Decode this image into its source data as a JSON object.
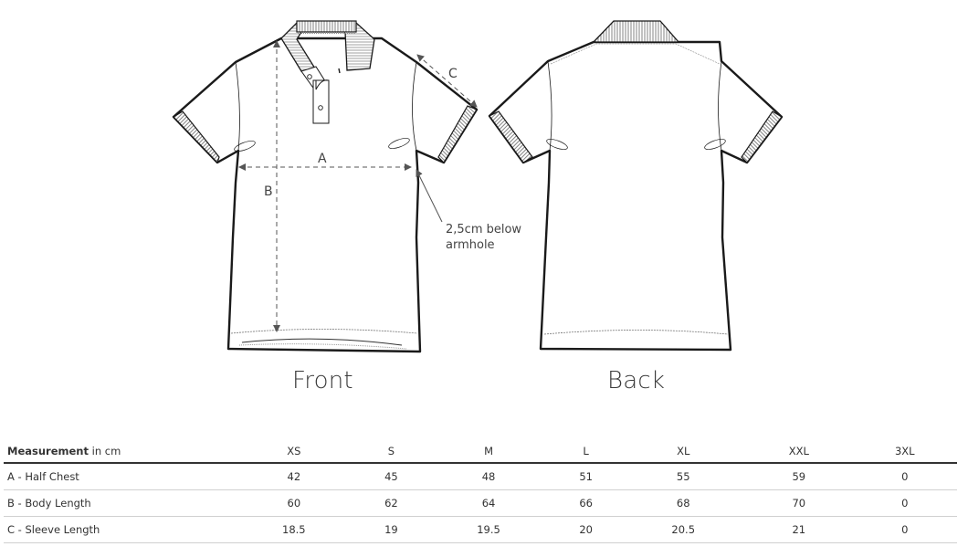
{
  "diagram": {
    "front_label": "Front",
    "back_label": "Back",
    "dimension_letters": {
      "a": "A",
      "b": "B",
      "c": "C"
    },
    "note_line1": "2,5cm below",
    "note_line2": "armhole",
    "colors": {
      "outline": "#1a1a1a",
      "dimension": "#555555",
      "rib": "#888888"
    }
  },
  "table": {
    "header": {
      "measurement_bold": "Measurement",
      "measurement_unit": " in cm"
    },
    "sizes": [
      "XS",
      "S",
      "M",
      "L",
      "XL",
      "XXL",
      "3XL"
    ],
    "rows": [
      {
        "label": "A - Half Chest",
        "values": [
          "42",
          "45",
          "48",
          "51",
          "55",
          "59",
          "0"
        ]
      },
      {
        "label": "B - Body Length",
        "values": [
          "60",
          "62",
          "64",
          "66",
          "68",
          "70",
          "0"
        ]
      },
      {
        "label": "C - Sleeve Length",
        "values": [
          "18.5",
          "19",
          "19.5",
          "20",
          "20.5",
          "21",
          "0"
        ]
      }
    ]
  }
}
